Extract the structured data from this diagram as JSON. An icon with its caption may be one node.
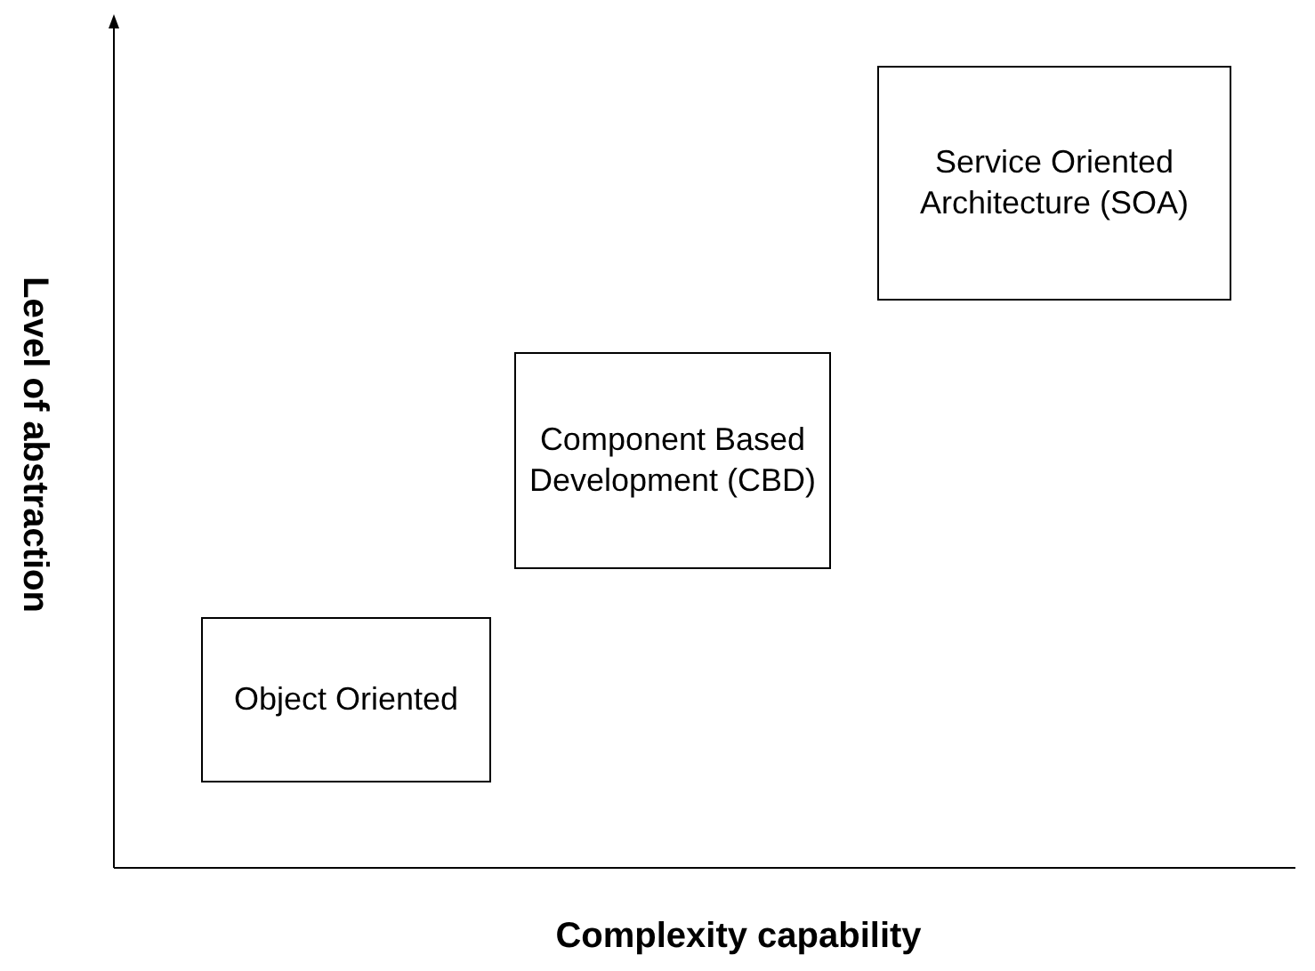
{
  "diagram": {
    "nodes": [
      {
        "text": [
          "Object Oriented"
        ]
      },
      {
        "text": [
          "Component Based Development (CBD)"
        ]
      },
      {
        "text": [
          "Service Oriented Architecture (SOA)"
        ]
      }
    ],
    "labels": [
      "Level of abstraction",
      "Complexity capability"
    ]
  }
}
